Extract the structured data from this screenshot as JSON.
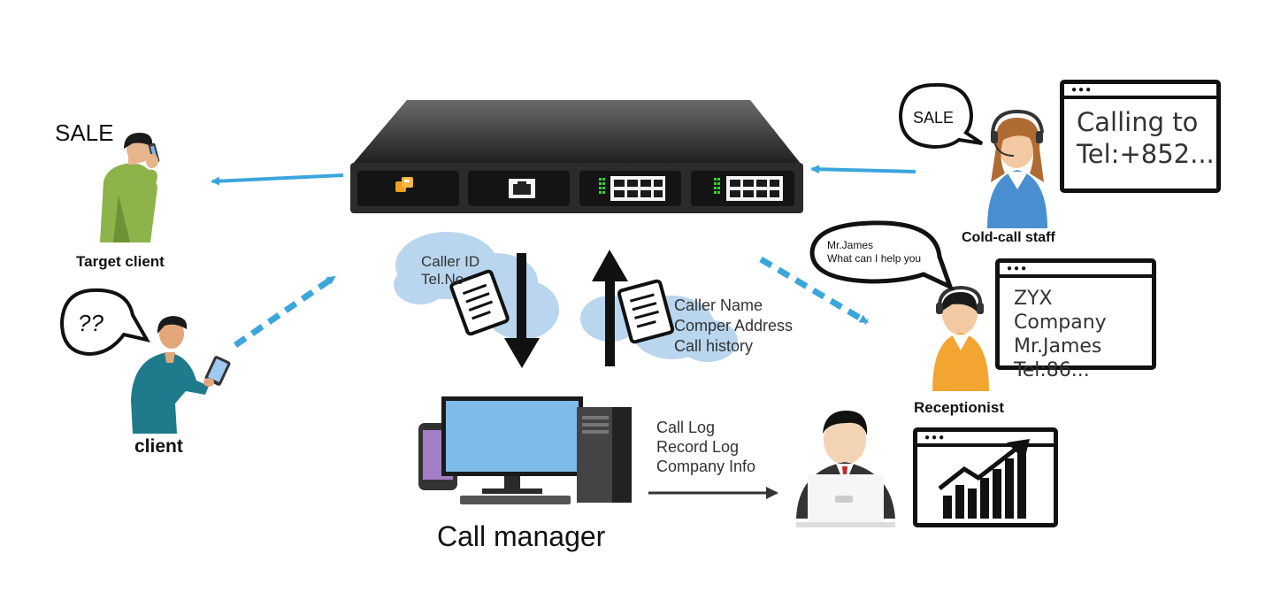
{
  "device": {
    "ports": [
      "fxs-port-icon",
      "ethernet-port-icon",
      "rj11-bank-icon",
      "rj11-bank-icon"
    ]
  },
  "left": {
    "sale_label": "SALE",
    "target_client_label": "Target client",
    "question_bubble": "??",
    "client_label": "client"
  },
  "center": {
    "cloud_down_lines": [
      "Caller ID",
      "Tel.No"
    ],
    "cloud_up_lines": [
      "Caller Name",
      "Comper Address",
      "Call history"
    ],
    "call_manager_label": "Call manager",
    "log_lines": [
      "Call Log",
      "Record Log",
      "Company Info"
    ]
  },
  "right": {
    "sale_bubble": "SALE",
    "calling_window_lines": [
      "Calling to",
      "Tel:+852..."
    ],
    "cold_call_label": "Cold-call staff",
    "receptionist_bubble_lines": [
      "Mr.James",
      "What can I help you"
    ],
    "company_window_lines": [
      "ZYX Company",
      "Mr.James",
      "Tel:86..."
    ],
    "receptionist_label": "Receptionist"
  },
  "colors": {
    "arrow_blue": "#3aa6dc",
    "cloud": "#b9d6ee",
    "shirt_green": "#8db34a",
    "shirt_teal": "#1f7a8c",
    "shirt_blue": "#4a8fd0",
    "shirt_orange": "#f2a531",
    "device_dark": "#2a2a2a"
  }
}
